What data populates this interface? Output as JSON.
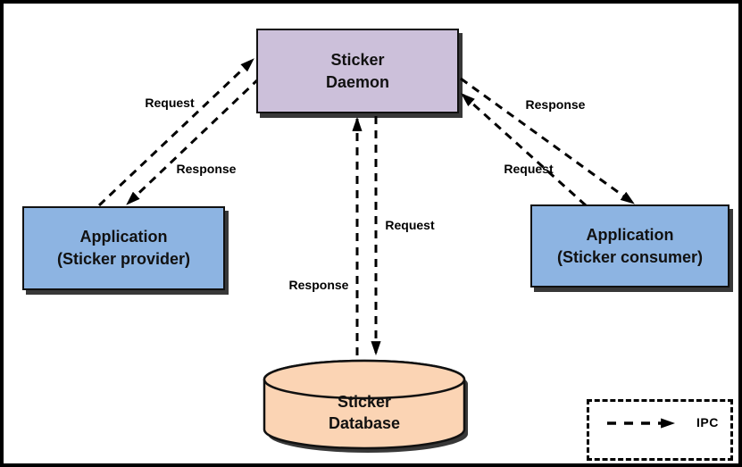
{
  "frame": {
    "background": "#ffffff",
    "border_color": "#000000"
  },
  "nodes": {
    "sticker_daemon": {
      "line1": "Sticker",
      "line2": "Daemon",
      "fill": "#ccc0da"
    },
    "app_provider": {
      "line1": "Application",
      "line2": "(Sticker provider)",
      "fill": "#8db4e2"
    },
    "app_consumer": {
      "line1": "Application",
      "line2": "(Sticker consumer)",
      "fill": "#8db4e2"
    },
    "sticker_database": {
      "line1": "Sticker",
      "line2": "Database",
      "fill": "#fbd4b4"
    }
  },
  "edge_labels": {
    "provider_request": "Request",
    "provider_response": "Response",
    "consumer_request": "Request",
    "consumer_response": "Response",
    "database_request": "Request",
    "database_response": "Response"
  },
  "legend": {
    "label": "IPC"
  },
  "colors": {
    "connector": "#000000",
    "node_border": "#111111",
    "shadow": "rgba(0,0,0,0.78)"
  }
}
